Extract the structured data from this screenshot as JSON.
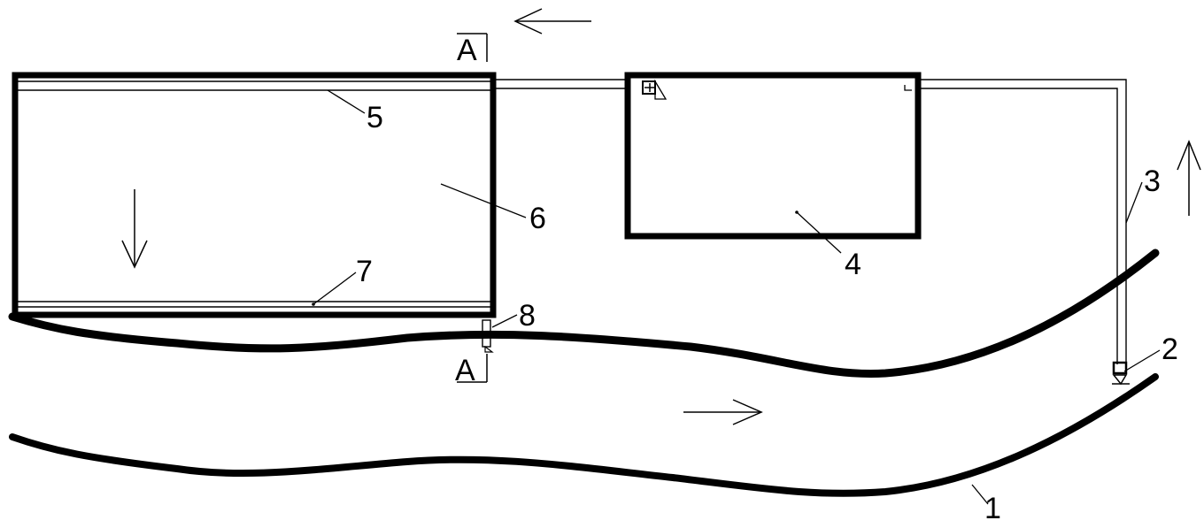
{
  "diagram": {
    "labels": {
      "river": "1",
      "pump": "2",
      "inlet_pipe": "3",
      "tank": "4",
      "top_channel": "5",
      "basin": "6",
      "bottom_channel": "7",
      "outlet": "8"
    },
    "section_marks": {
      "top": "A",
      "bottom": "A"
    },
    "colors": {
      "line": "#000000",
      "background": "#ffffff"
    }
  }
}
